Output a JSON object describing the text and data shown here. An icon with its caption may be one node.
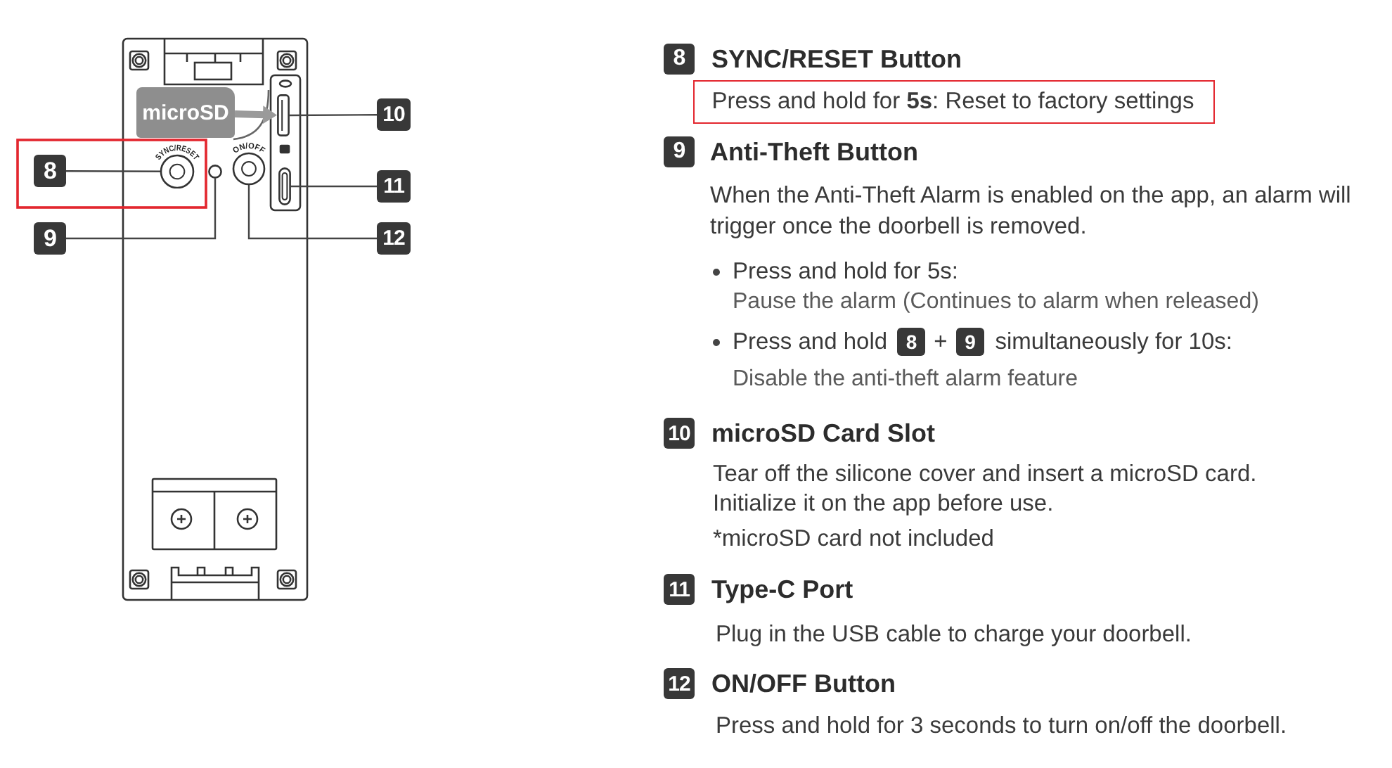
{
  "diagram": {
    "nodes": [
      {
        "text": [
          "8"
        ]
      },
      {
        "text": [
          "9"
        ]
      },
      {
        "text": [
          "10"
        ]
      },
      {
        "text": [
          "11"
        ]
      },
      {
        "text": [
          "12"
        ]
      },
      {
        "text": [
          "SYNC/RESET"
        ]
      },
      {
        "text": [],
        "shape": "circle"
      },
      {
        "text": [
          "ON/OFF"
        ]
      },
      {
        "text": [],
        "shape": "box"
      },
      {
        "text": [],
        "shape": "box"
      },
      {
        "text": [
          "microSD"
        ]
      },
      {
        "text": [
          "8"
        ],
        "beside": [
          "SYNC/RESET Button",
          "Press and hold for **5s**: Reset to factory settings"
        ]
      },
      {
        "text": [
          "9"
        ],
        "beside": [
          "Anti-Theft Button",
          "When the Anti-Theft Alarm is enabled on the app, an alarm will trigger once the doorbell is removed."
        ]
      },
      {
        "text": [
          "8"
        ]
      },
      {
        "text": [
          "9"
        ]
      },
      {
        "text": [
          "10"
        ],
        "beside": [
          "microSD Card Slot",
          "Tear off the silicone cover and insert a microSD card.",
          "Initialize it on the app before use.",
          "*microSD card not included"
        ]
      },
      {
        "text": [
          "11"
        ],
        "beside": [
          "Type-C Port",
          "Plug in the USB cable to charge your doorbell."
        ]
      },
      {
        "text": [
          "12"
        ],
        "beside": [
          "ON/OFF Button",
          "Press and hold for 3 seconds to turn on/off the doorbell."
        ]
      }
    ],
    "edges": [
      {
        "from": 0,
        "to": 5,
        "arrow": "none"
      },
      {
        "from": 1,
        "to": 6,
        "arrow": "none"
      },
      {
        "from": 2,
        "to": 8,
        "arrow": "none"
      },
      {
        "from": 3,
        "to": 9,
        "arrow": "none"
      },
      {
        "from": 4,
        "to": 7,
        "arrow": "none"
      },
      {
        "from": 10,
        "to": 8,
        "arrow": "to",
        "style": "thick",
        "color": "#9a9a9a"
      }
    ],
    "labels": [
      "Press and hold for 5s:",
      "Pause the alarm (Continues to alarm when released)",
      "Press and hold",
      "+",
      "simultaneously for 10s:",
      "Disable the anti-theft alarm feature"
    ]
  }
}
